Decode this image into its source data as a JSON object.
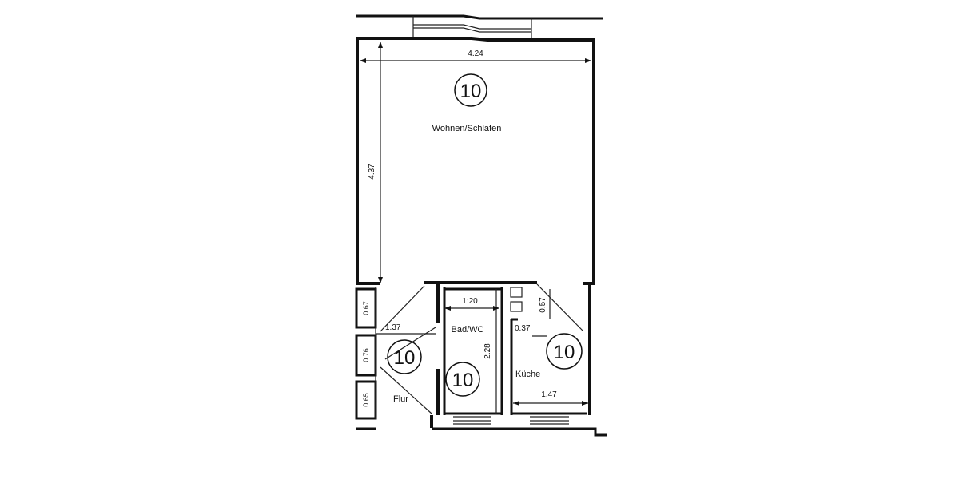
{
  "plan": {
    "rooms": [
      {
        "name": "Wohnen/Schlafen",
        "number": "10"
      },
      {
        "name": "Bad/WC",
        "number": "10"
      },
      {
        "name": "Küche",
        "number": "10"
      },
      {
        "name": "Flur",
        "number": "10"
      }
    ],
    "dimensions": {
      "living_width": "4.24",
      "living_depth": "4.37",
      "bath_width": "1:20",
      "bath_depth": "2.28",
      "hall_width": "1.37",
      "kitchen_width": "1.47",
      "kitchen_offset": "0.37",
      "kitchen_depth": "0.57",
      "wall_a": "0.67",
      "wall_b": "0.76",
      "wall_c": "0.65"
    }
  }
}
